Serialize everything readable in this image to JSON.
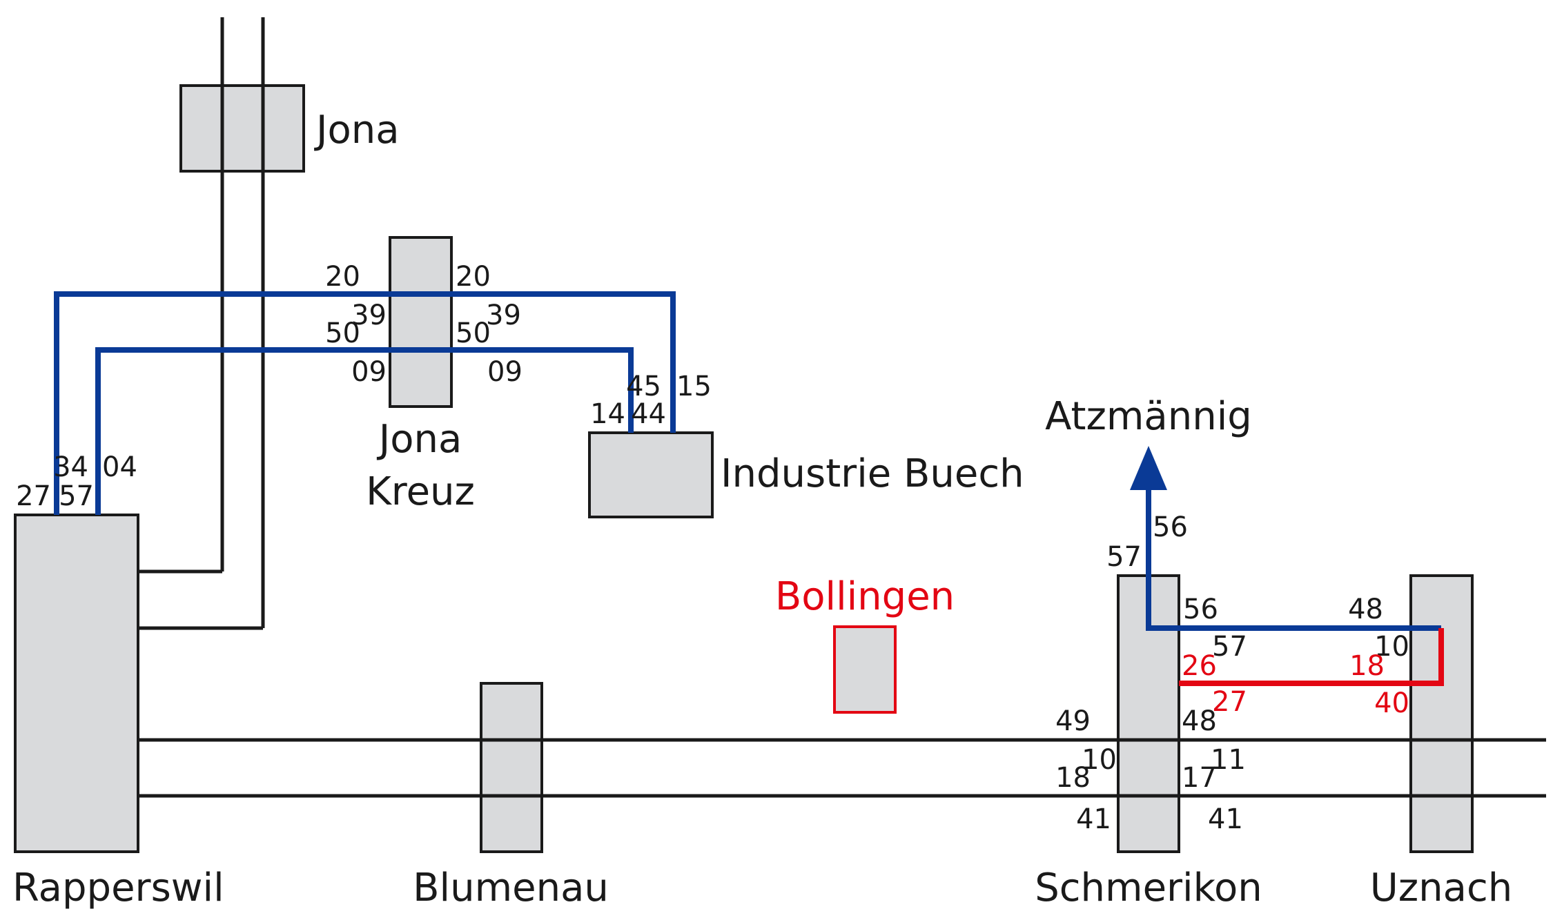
{
  "stations": {
    "jona": "Jona",
    "jona_kreuz_line1": "Jona",
    "jona_kreuz_line2": "Kreuz",
    "industrie_buech": "Industrie Buech",
    "rapperswil": "Rapperswil",
    "blumenau": "Blumenau",
    "bollingen": "Bollingen",
    "schmerikon": "Schmerikon",
    "uznach": "Uznach",
    "atzmaennig": "Atzmännig"
  },
  "times": {
    "jk_left_20": "20",
    "jk_right_20": "20",
    "jk_left_39": "39",
    "jk_right_39": "39",
    "jk_left_50": "50",
    "jk_right_50": "50",
    "jk_left_09": "09",
    "jk_right_09": "09",
    "ib_45": "45",
    "ib_15": "15",
    "ib_14": "14",
    "ib_44": "44",
    "rw_34": "34",
    "rw_04": "04",
    "rw_27": "27",
    "rw_57": "57",
    "atz_57": "57",
    "atz_56": "56",
    "sch_56": "56",
    "sch_57": "57",
    "sch_26": "26",
    "sch_27": "27",
    "uz_48": "48",
    "uz_10": "10",
    "uz_18": "18",
    "uz_40": "40",
    "sch_w_49": "49",
    "sch_w_10": "10",
    "sch_w_18": "18",
    "sch_w_41": "41",
    "sch_e_48": "48",
    "sch_e_11": "11",
    "sch_e_17": "17",
    "sch_e_41": "41"
  },
  "colors": {
    "blue_line": "#0a3a96",
    "red_line": "#e30613",
    "track": "#1a1a1a",
    "station_fill": "#d9dadc"
  }
}
